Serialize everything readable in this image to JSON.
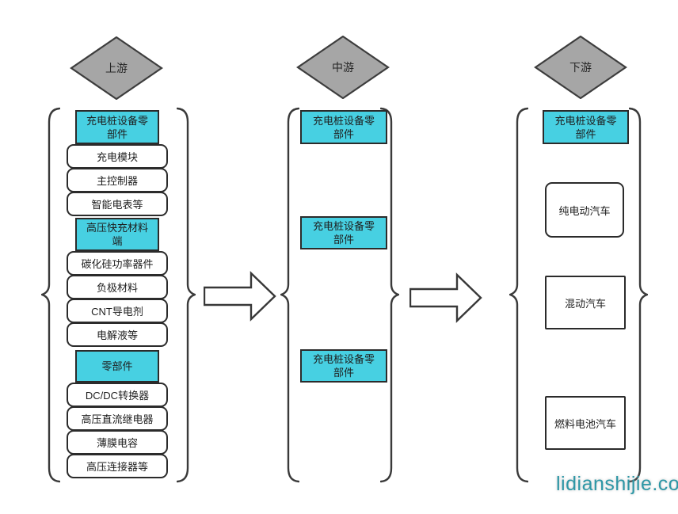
{
  "stages": {
    "upstream": "上游",
    "midstream": "中游",
    "downstream": "下游"
  },
  "upstream": {
    "groups": [
      {
        "header": "充电桩设备零部件",
        "items": [
          "充电模块",
          "主控制器",
          "智能电表等"
        ]
      },
      {
        "header": "高压快充材料端",
        "items": [
          "碳化硅功率器件",
          "负极材料",
          "CNT导电剂",
          "电解液等"
        ]
      },
      {
        "header": "零部件",
        "items": [
          "DC/DC转换器",
          "高压直流继电器",
          "薄膜电容",
          "高压连接器等"
        ]
      }
    ]
  },
  "midstream": {
    "boxes": [
      "充电桩设备零部件",
      "充电桩设备零部件",
      "充电桩设备零部件"
    ]
  },
  "downstream": {
    "header": "充电桩设备零部件",
    "items": [
      "纯电动汽车",
      "混动汽车",
      "燃料电池汽车"
    ]
  },
  "watermark": "lidianshijie.com",
  "colors": {
    "accent_cyan": "#47d0e2",
    "diamond_gray": "#a6a6a6",
    "line_dark": "#2b2b2b",
    "watermark_teal": "#2e97a6"
  }
}
